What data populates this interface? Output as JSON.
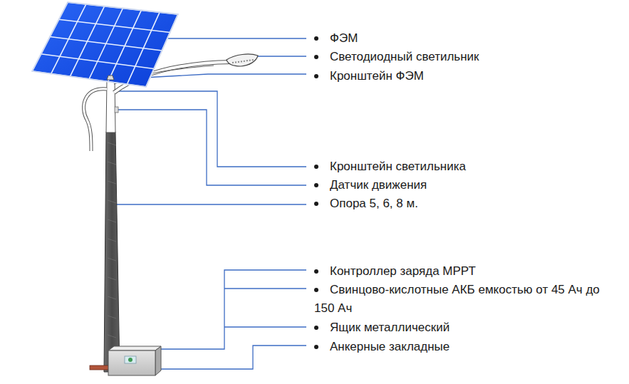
{
  "diagram": {
    "labels": [
      "ФЭМ",
      "Светодиодный светильник",
      "Кронштейн ФЭМ",
      "Кронштейн светильника",
      "Датчик движения",
      "Опора 5, 6, 8 м.",
      "Контроллер заряда МРРТ",
      "Свинцово-кислотные АКБ емкостью от 45 Ач до 150 Ач",
      "Ящик металлический",
      "Анкерные закладные"
    ]
  }
}
